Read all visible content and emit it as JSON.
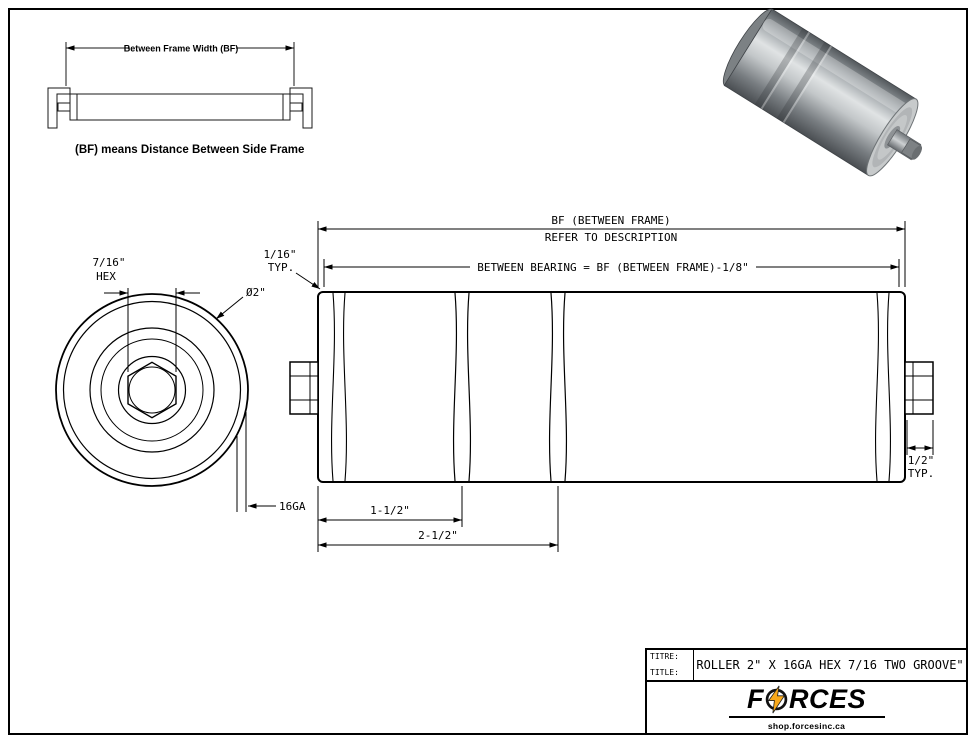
{
  "bf_figure": {
    "dim_label": "Between Frame Width (BF)",
    "caption": "(BF) means Distance Between Side Frame"
  },
  "end_view": {
    "hex_dim_line1": "7/16\"",
    "hex_dim_line2": "HEX",
    "diameter_label": "Ø2\"",
    "gauge_label": "16GA"
  },
  "side_view": {
    "bf_dim_line1": "BF (BETWEEN FRAME)",
    "bf_dim_line2": "REFER TO DESCRIPTION",
    "bearing_dim": "BETWEEN BEARING = BF (BETWEEN FRAME)-1/8\"",
    "end_offset_line1": "1/16\"",
    "end_offset_line2": "TYP.",
    "groove1_dim": "1-1/2\"",
    "groove2_dim": "2-1/2\"",
    "shaft_ext_line1": "1/2\"",
    "shaft_ext_line2": "TYP."
  },
  "title_block": {
    "label_fr": "TITRE:",
    "label_en": "TITLE:",
    "title": "ROLLER 2\" X 16GA HEX 7/16 TWO GROOVE\"",
    "brand_prefix": "F",
    "brand_suffix": "RCES",
    "website": "shop.forcesinc.ca",
    "bolt_color": "#F9A91A"
  }
}
